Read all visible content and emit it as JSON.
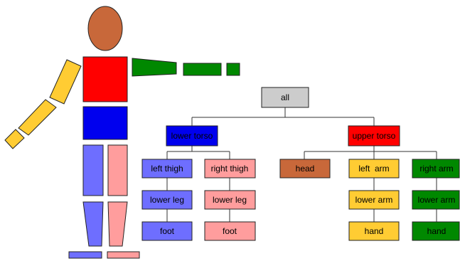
{
  "colors": {
    "red": "#ff0000",
    "blue": "#0000ee",
    "light_blue": "#6e6eff",
    "pink": "#ff9d9d",
    "yellow": "#ffcc33",
    "green": "#008800",
    "brown": "#c8683a",
    "gray": "#cccccc"
  },
  "tree": {
    "root": "all",
    "lower_torso": "lower torso",
    "upper_torso": "upper torso",
    "left_thigh": "left thigh",
    "right_thigh": "right thigh",
    "head": "head",
    "left_arm": "left  arm",
    "right_arm": "right arm",
    "lower_leg_left": "lower leg",
    "lower_leg_right": "lower leg",
    "lower_arm_left": "lower arm",
    "lower_arm_right": "lower arm",
    "foot_left": "foot",
    "foot_right": "foot",
    "hand_left": "hand",
    "hand_right": "hand"
  }
}
